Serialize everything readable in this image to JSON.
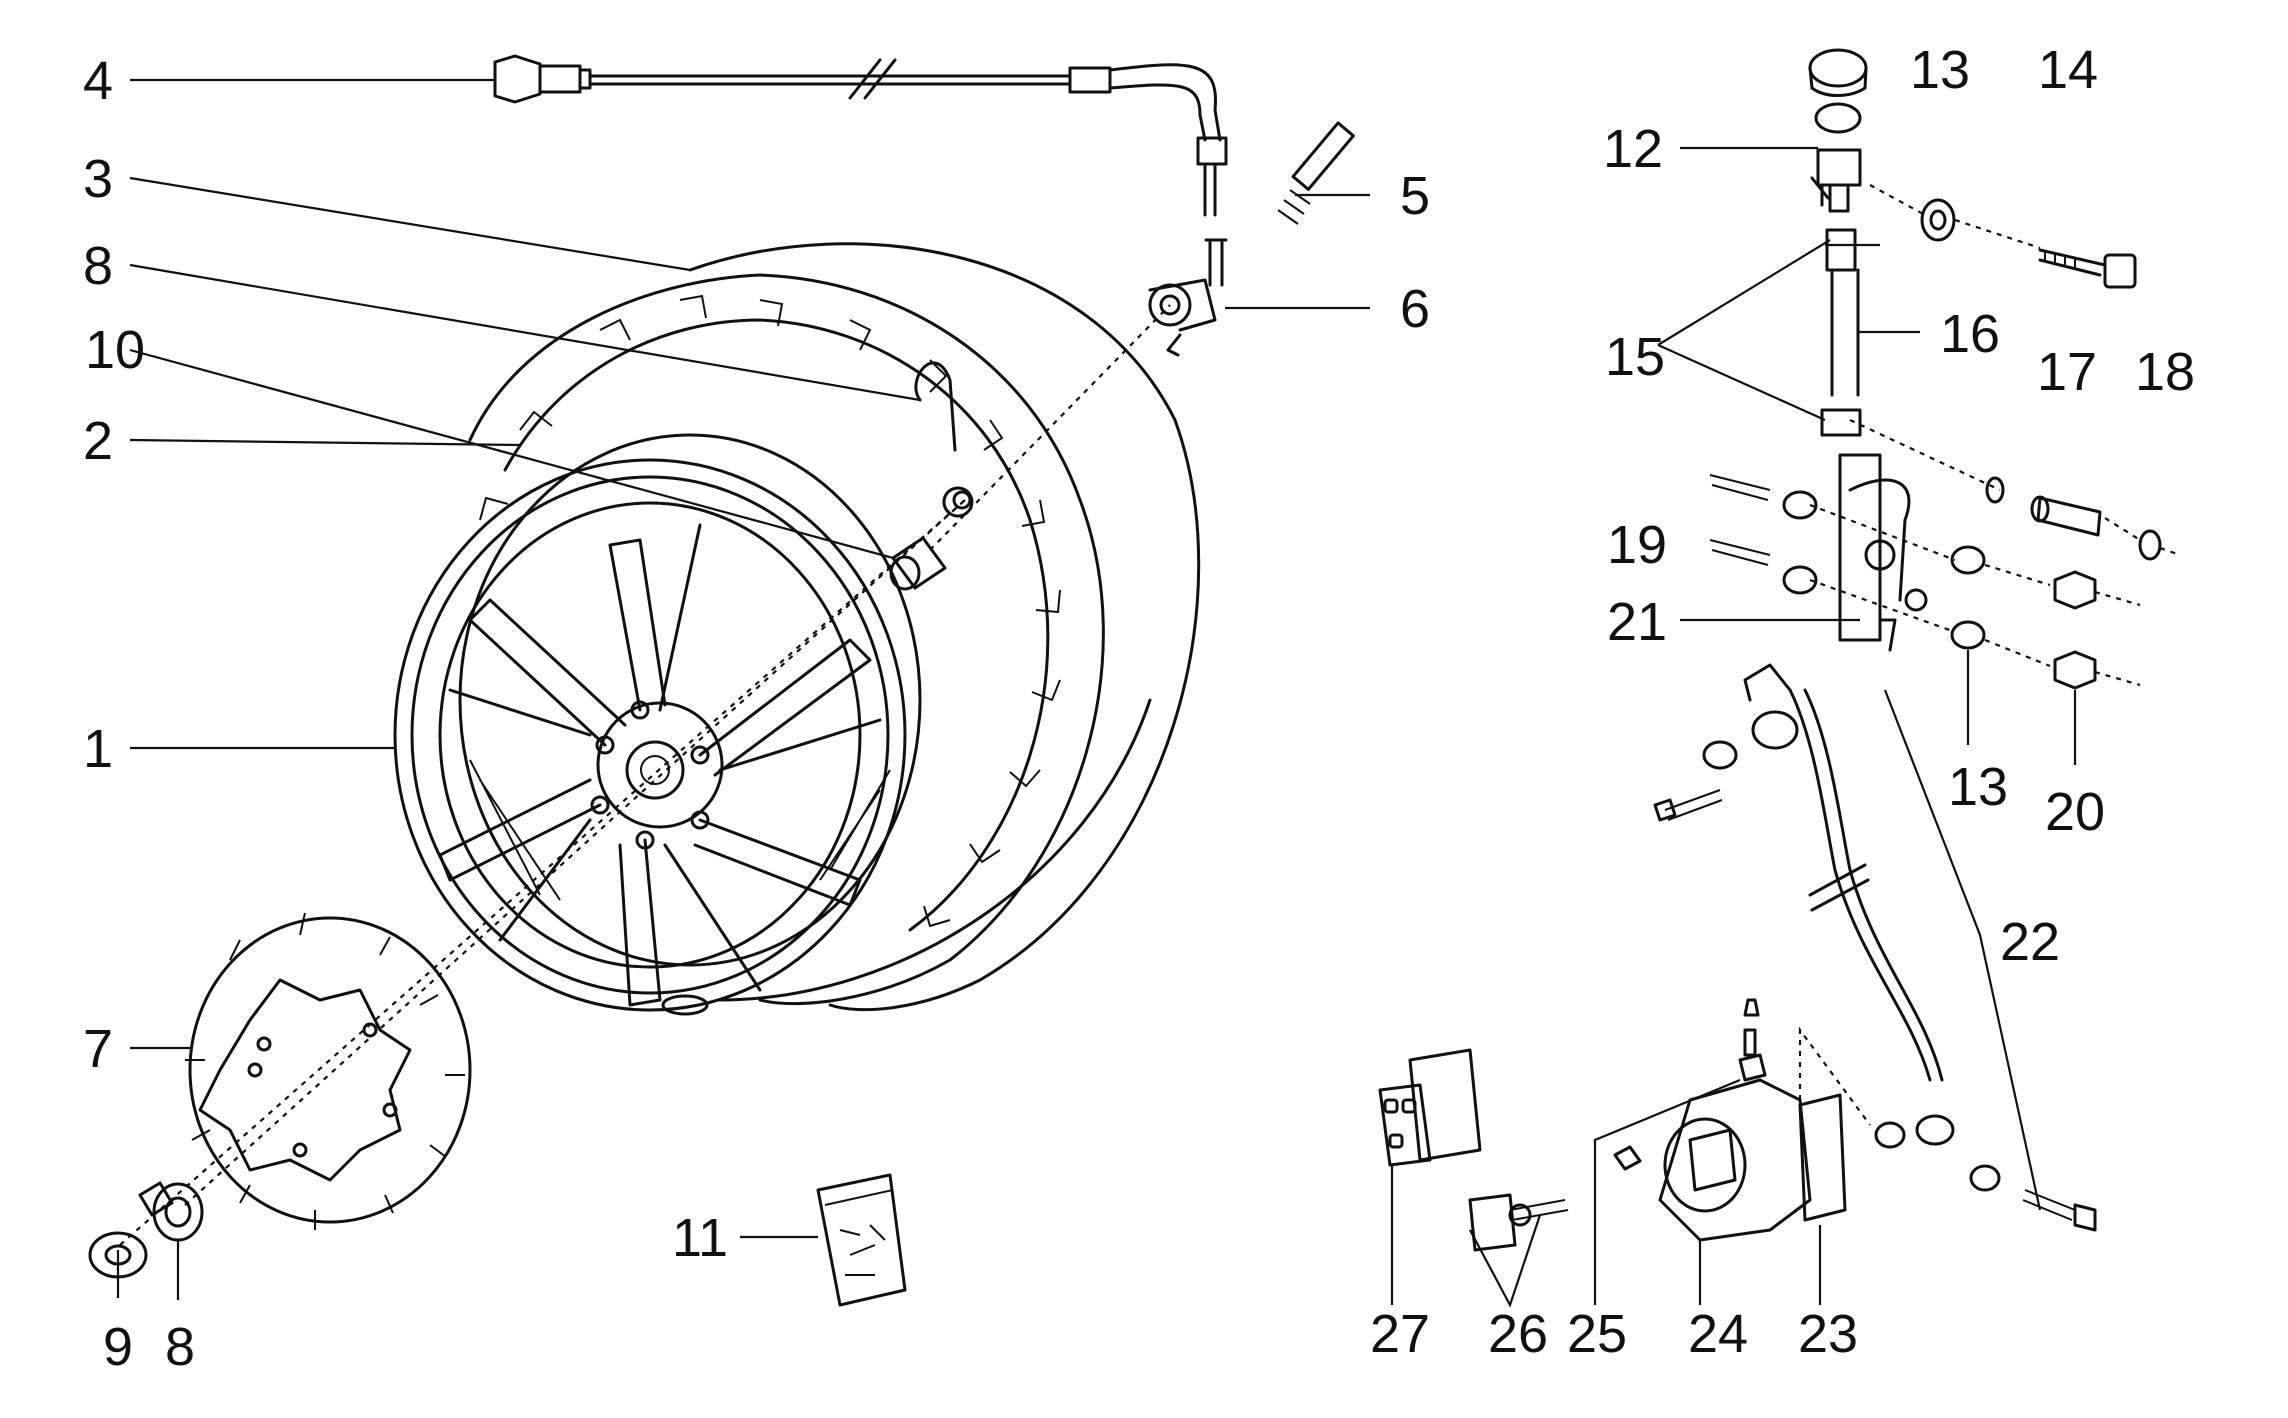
{
  "callouts": {
    "c1": "1",
    "c2": "2",
    "c3": "3",
    "c4": "4",
    "c5": "5",
    "c6": "6",
    "c7": "7",
    "c8a": "8",
    "c8b": "8",
    "c9": "9",
    "c10": "10",
    "c11": "11",
    "c12": "12",
    "c13a": "13",
    "c13b": "13",
    "c14": "14",
    "c15": "15",
    "c16": "16",
    "c17": "17",
    "c18": "18",
    "c19": "19",
    "c20": "20",
    "c21": "21",
    "c22": "22",
    "c23": "23",
    "c24": "24",
    "c25": "25",
    "c26": "26",
    "c27": "27"
  }
}
